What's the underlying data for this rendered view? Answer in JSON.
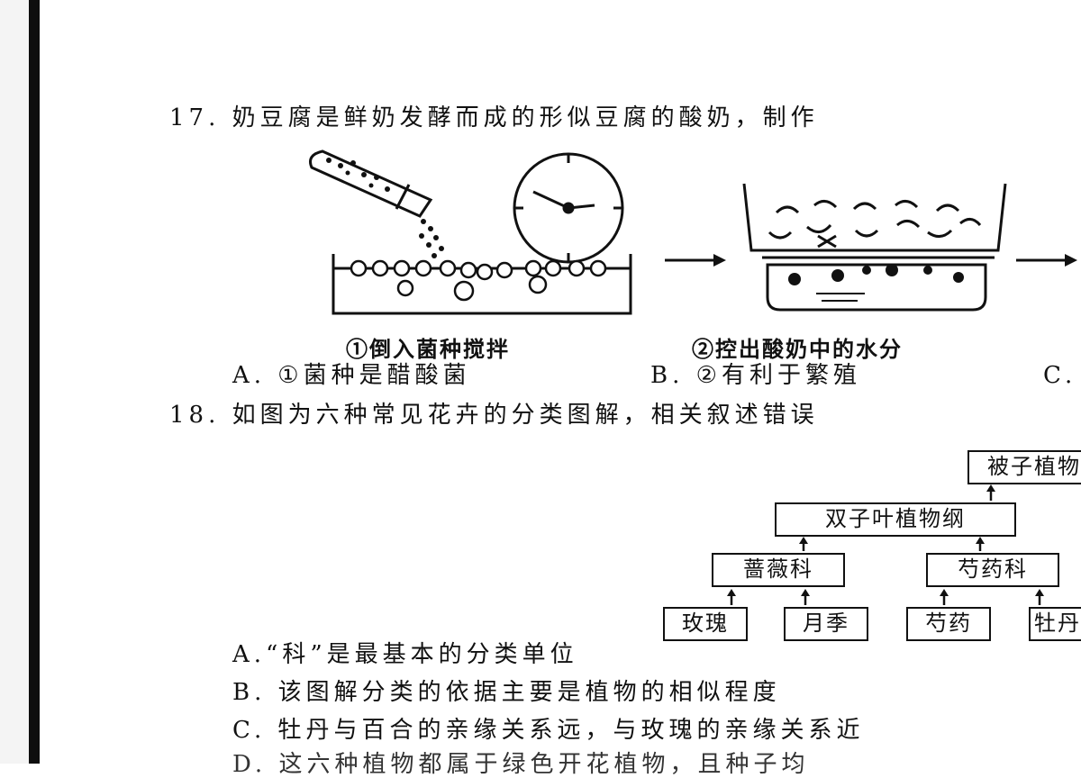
{
  "q17": {
    "stem": "17. 奶豆腐是鲜奶发酵而成的形似豆腐的酸奶，制作",
    "caption1": "①倒入菌种搅拌",
    "caption2": "②控出酸奶中的水分",
    "option_a": "A. ①菌种是醋酸菌",
    "option_b": "B. ②有利于繁殖",
    "option_c": "C."
  },
  "q18": {
    "stem": "18. 如图为六种常见花卉的分类图解，相关叙述错误",
    "diagram": {
      "top": "被子植物门",
      "class": "双子叶植物纲",
      "family1": "蔷薇科",
      "family2": "芍药科",
      "species1": "玫瑰",
      "species2": "月季",
      "species3": "芍药",
      "species4": "牡丹"
    },
    "option_a": "A.“科”是最基本的分类单位",
    "option_b": "B. 该图解分类的依据主要是植物的相似程度",
    "option_c": "C. 牡丹与百合的亲缘关系远，与玫瑰的亲缘关系近",
    "option_d": "D. 这六种植物都属于绿色开花植物，且种子均"
  },
  "icons": {
    "tube": "test-tube-icon",
    "clock": "clock-icon",
    "beaker": "beaker-icon",
    "strainer": "strainer-icon"
  }
}
